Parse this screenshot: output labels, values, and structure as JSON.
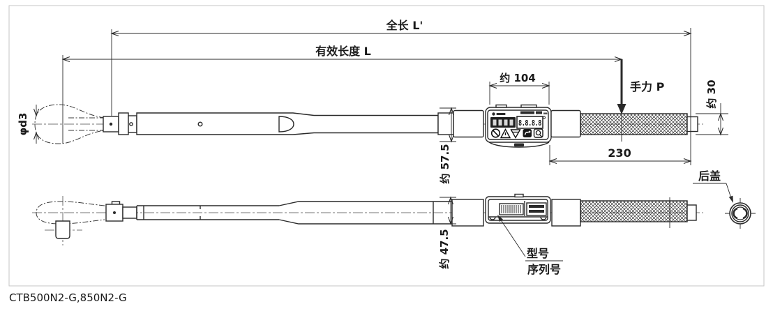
{
  "meta": {
    "caption": "CTB500N2-G,850N2-G"
  },
  "top_view": {
    "dim_total_length": "全长 L'",
    "dim_effective_length": "有效长度 L",
    "dim_module_width": "约 104",
    "label_hand_force": "手力 P",
    "dim_grip_diameter": "约 30",
    "dim_grip_distance": "230",
    "dim_module_height": "约 57.5",
    "dim_head_diameter": "φd3",
    "display_digits": "8.8.8.8"
  },
  "bottom_view": {
    "dim_module_height": "约 47.5",
    "label_model": "型号",
    "label_serial": "序列号",
    "label_rear_cover": "后盖"
  },
  "colors": {
    "line": "#2a2a2a",
    "frame": "#c6c6c6",
    "lcd_dark": "#1e1e1e",
    "background": "#ffffff"
  }
}
